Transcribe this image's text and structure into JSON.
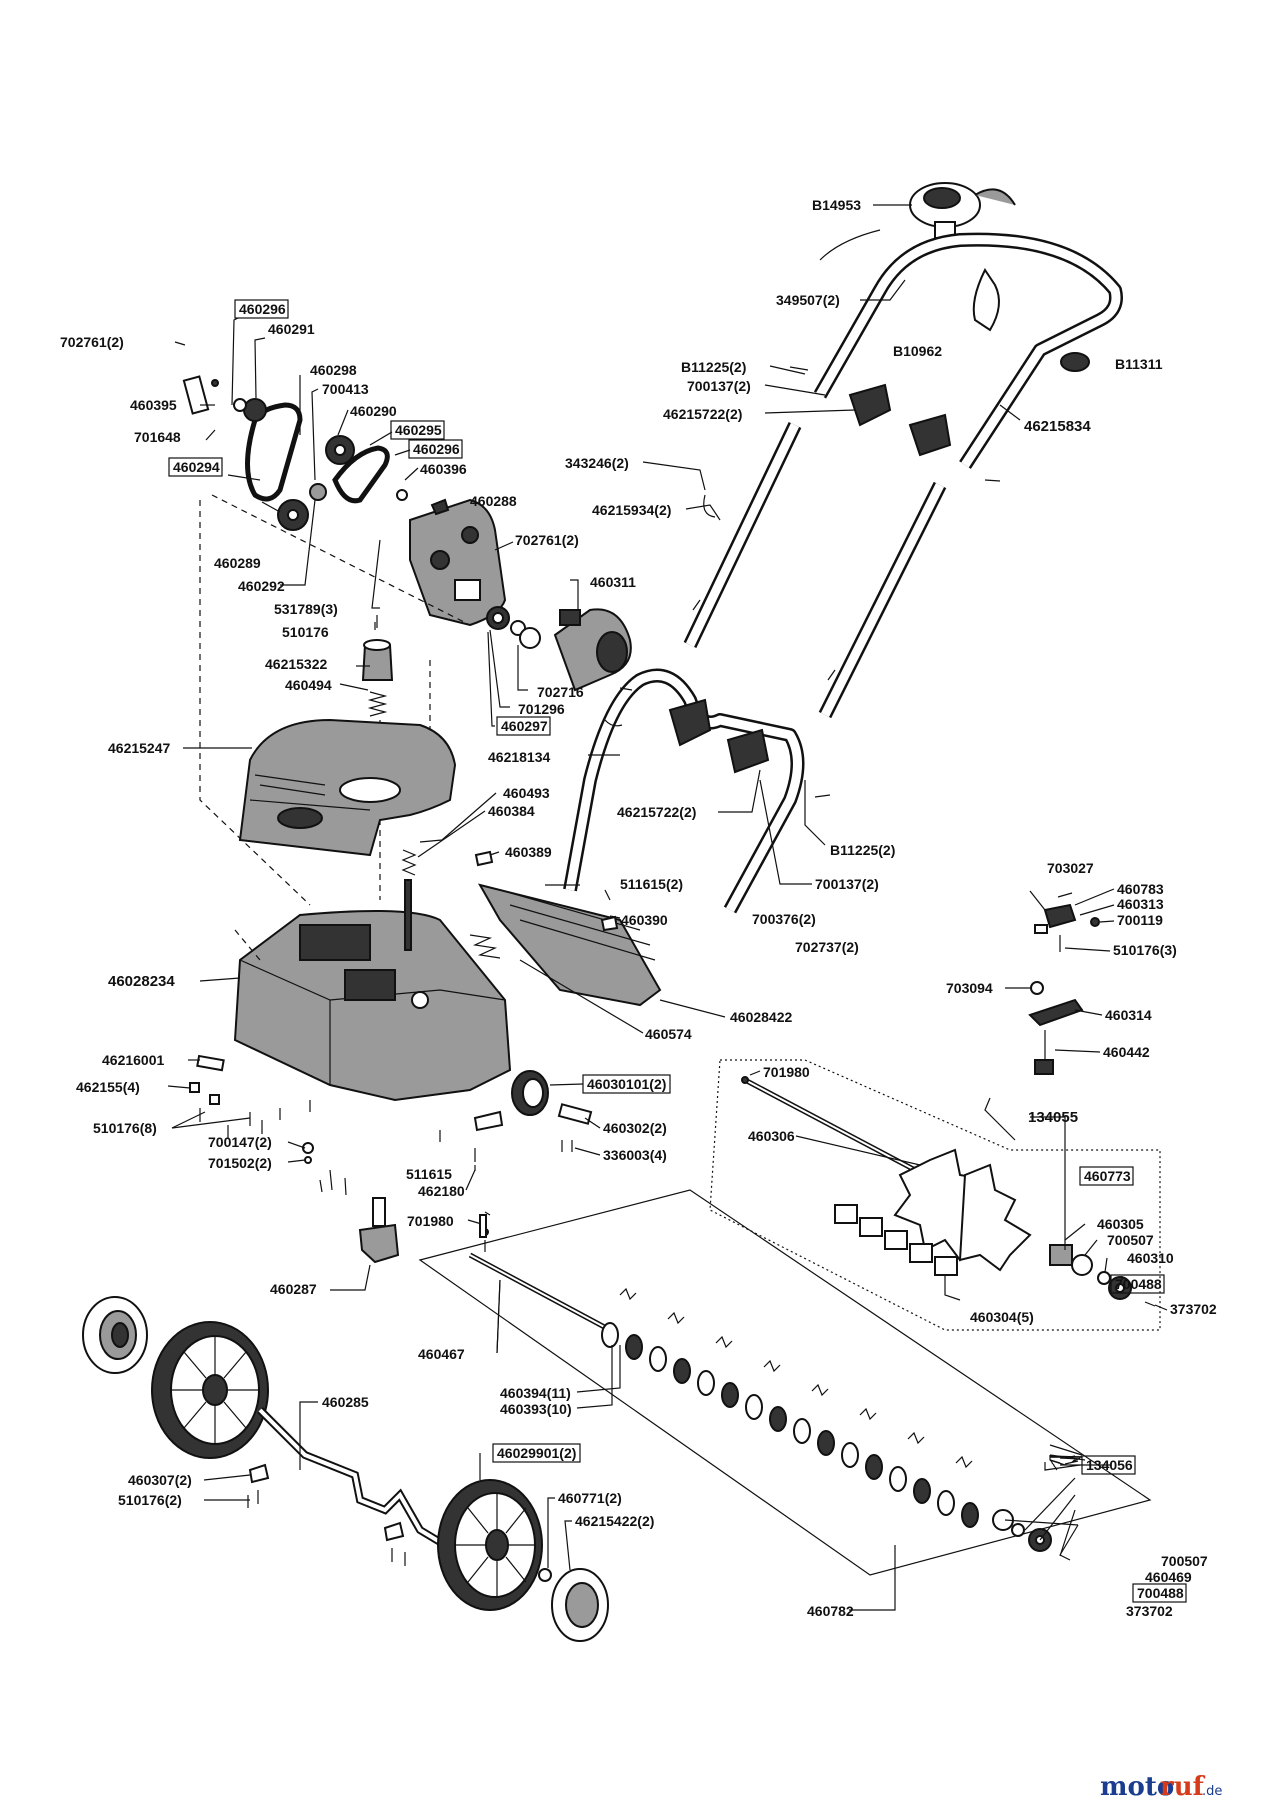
{
  "labels": {
    "B14953": "B14953",
    "p349507": "349507(2)",
    "B10962": "B10962",
    "B11311": "B11311",
    "B11225a": "B11225(2)",
    "p700137a": "700137(2)",
    "p46215722a": "46215722(2)",
    "p46215834": "46215834",
    "p343246": "343246(2)",
    "p46215934": "46215934(2)",
    "p460296a": "460296",
    "p460291": "460291",
    "p702761a": "702761(2)",
    "p460395": "460395",
    "p701648": "701648",
    "p460298": "460298",
    "p700413": "700413",
    "p460290": "460290",
    "p460295": "460295",
    "p460296b": "460296",
    "p460294": "460294",
    "p460396": "460396",
    "p460288": "460288",
    "p460289": "460289",
    "p460292": "460292",
    "p702761b": "702761(2)",
    "p531789": "531789(3)",
    "p510176a": "510176",
    "p460311": "460311",
    "p46215322": "46215322",
    "p460494": "460494",
    "p702716": "702716",
    "p701296": "701296",
    "p460297": "460297",
    "p46215247": "46215247",
    "p46218134": "46218134",
    "p460493": "460493",
    "p460384": "460384",
    "p46215722b": "46215722(2)",
    "B11225b": "B11225(2)",
    "p460389": "460389",
    "p511615a": "511615(2)",
    "p700137b": "700137(2)",
    "p460390": "460390",
    "p703027": "703027",
    "p460783": "460783",
    "p460313": "460313",
    "p700119": "700119",
    "p700376": "700376(2)",
    "p702737": "702737(2)",
    "p510176b": "510176(3)",
    "p46028234": "46028234",
    "p46028422": "46028422",
    "p460574": "460574",
    "p703094": "703094",
    "p460314": "460314",
    "p460442": "460442",
    "p46216001": "46216001",
    "p462155": "462155(4)",
    "p46030101": "46030101(2)",
    "p701980a": "701980",
    "p510176c": "510176(8)",
    "p460302": "460302(2)",
    "p700147": "700147(2)",
    "p701502": "701502(2)",
    "p336003": "336003(4)",
    "p511615b": "511615",
    "p462180": "462180",
    "p134055": "134055",
    "p460306": "460306",
    "p460773": "460773",
    "p701980b": "701980",
    "p460305": "460305",
    "p700507a": "700507",
    "p460310": "460310",
    "p700488a": "700488",
    "p373702a": "373702",
    "p460304": "460304(5)",
    "p460287": "460287",
    "p460467": "460467",
    "p460394": "460394(11)",
    "p460393": "460393(10)",
    "p460285": "460285",
    "p460307": "460307(2)",
    "p510176d": "510176(2)",
    "p46029901": "46029901(2)",
    "p460771": "460771(2)",
    "p46215422": "46215422(2)",
    "p134056": "134056",
    "p700507b": "700507",
    "p460469": "460469",
    "p700488b": "700488",
    "p373702b": "373702",
    "p460782": "460782"
  },
  "watermark": {
    "part1": "moto",
    "part2": "ruf",
    "suffix": ".de"
  }
}
